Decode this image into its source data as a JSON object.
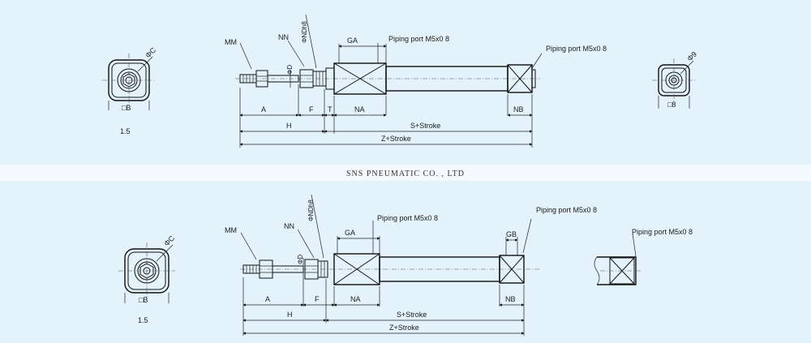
{
  "company": "SNS PNEUMATIC CO. , LTD",
  "top": {
    "left_view": {
      "dia_label": "ΦC",
      "square_label": "□B",
      "value_label": "1.5"
    },
    "side_view": {
      "labels": {
        "mm": "MM",
        "nn": "NN",
        "ndh8": "ΦNDh8",
        "d": "ΦD",
        "ga": "GA",
        "port_front": "Piping port M5x0 8",
        "port_rear": "Piping port M5x0 8",
        "a": "A",
        "f": "F",
        "t": "T",
        "na": "NA",
        "nb": "NB",
        "h": "H",
        "s": "S+Stroke",
        "z": "Z+Stroke"
      }
    },
    "right_view": {
      "dia_label": "Φ9",
      "square_label": "□8"
    }
  },
  "bottom": {
    "left_view": {
      "dia_label": "ΦC",
      "square_label": "□B",
      "value_label": "1.5"
    },
    "side_view": {
      "labels": {
        "mm": "MM",
        "nn": "NN",
        "ndh8": "ΦNDh8",
        "d": "ΦD",
        "ga": "GA",
        "port_front": "Piping port M5x0 8",
        "port_rear": "Piping port M5x0 8",
        "gb": "GB",
        "a": "A",
        "f": "F",
        "na": "NA",
        "nb": "NB",
        "h": "H",
        "s": "S+Stroke",
        "z": "Z+Stroke"
      }
    },
    "right_view": {
      "port_label": "Piping port M5x0 8"
    }
  },
  "colors": {
    "background": "#e4f2fb",
    "separator": "#f4fafd",
    "line": "#111111"
  }
}
